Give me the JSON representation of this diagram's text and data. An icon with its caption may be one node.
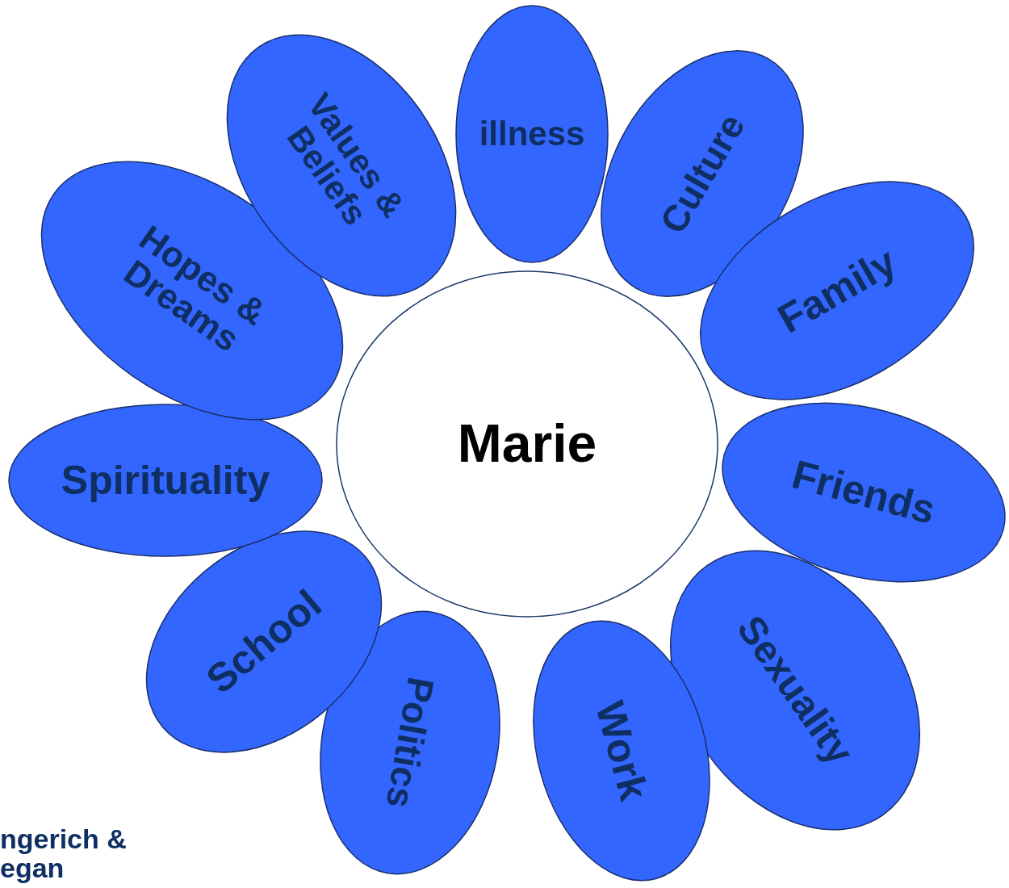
{
  "diagram": {
    "nodes": [
      {
        "text": [
          "Marie"
        ]
      },
      {
        "text": [
          "illness"
        ]
      },
      {
        "text": [
          "Culture"
        ]
      },
      {
        "text": [
          "Family"
        ]
      },
      {
        "text": [
          "Friends"
        ]
      },
      {
        "text": [
          "Sexuality"
        ]
      },
      {
        "text": [
          "Work"
        ]
      },
      {
        "text": [
          "Politics"
        ]
      },
      {
        "text": [
          "School"
        ]
      },
      {
        "text": [
          "Spirituality"
        ]
      },
      {
        "text": [
          "Hopes & Dreams"
        ]
      },
      {
        "text": [
          "Values & Beliefs"
        ]
      }
    ],
    "edges": [],
    "labels": [
      "ngerich & egan"
    ]
  }
}
